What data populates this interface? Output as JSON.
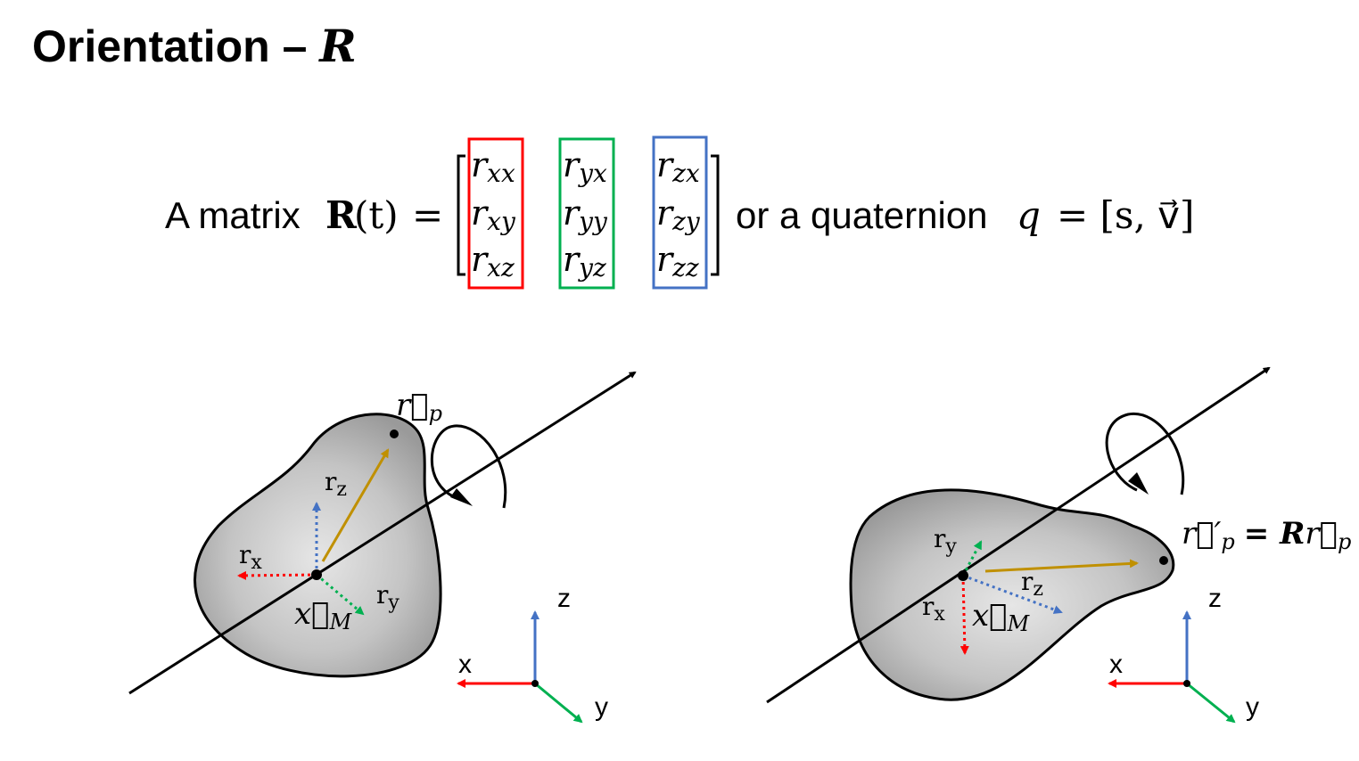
{
  "title": {
    "text": "Orientation –",
    "symbol": "R"
  },
  "equation": {
    "prefix": "A matrix",
    "R": "R",
    "arg": "(t)",
    "eq": "=",
    "matrix": [
      [
        "r",
        "xx",
        "r",
        "yx",
        "r",
        "zx"
      ],
      [
        "r",
        "xy",
        "r",
        "yy",
        "r",
        "zy"
      ],
      [
        "r",
        "xz",
        "r",
        "yz",
        "r",
        "zz"
      ]
    ],
    "column_colors": [
      "#ff0000",
      "#00b050",
      "#4472c4"
    ],
    "middle": "or a quaternion",
    "q": "q",
    "q_rhs": "= [s, v⃗]"
  },
  "left_diagram": {
    "rp_label": "r⃗",
    "rp_sub": "p",
    "rz": "r",
    "rz_sub": "z",
    "rx": "r",
    "rx_sub": "x",
    "ry": "r",
    "ry_sub": "y",
    "xm": "x⃗",
    "xm_sub": "M",
    "axes": {
      "x": "x",
      "y": "y",
      "z": "z"
    }
  },
  "right_diagram": {
    "rp_formula": "r⃗′",
    "rp_formula_sub": "p",
    "rp_formula_rhs": "= R",
    "rp_formula_rhs2": "r⃗",
    "rp_formula_rhs2_sub": "p",
    "ry": "r",
    "ry_sub": "y",
    "rz": "r",
    "rz_sub": "z",
    "rx": "r",
    "rx_sub": "x",
    "xm": "x⃗",
    "xm_sub": "M",
    "axes": {
      "x": "x",
      "y": "y",
      "z": "z"
    }
  },
  "colors": {
    "red": "#ff0000",
    "green": "#00b050",
    "blue": "#4472c4",
    "gold": "#c09000",
    "blob": "#b8b8b8"
  }
}
